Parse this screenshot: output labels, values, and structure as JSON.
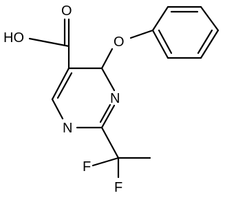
{
  "molecule": {
    "atoms": {
      "hydroxyl": "HO",
      "carbonyl_oxygen": "O",
      "ether_oxygen": "O",
      "ring_nitrogen_3": "N",
      "ring_nitrogen_1": "N",
      "fluorine_left": "F",
      "fluorine_bottom": "F"
    },
    "colors": {
      "ink": "#000000",
      "background": "#ffffff"
    }
  }
}
